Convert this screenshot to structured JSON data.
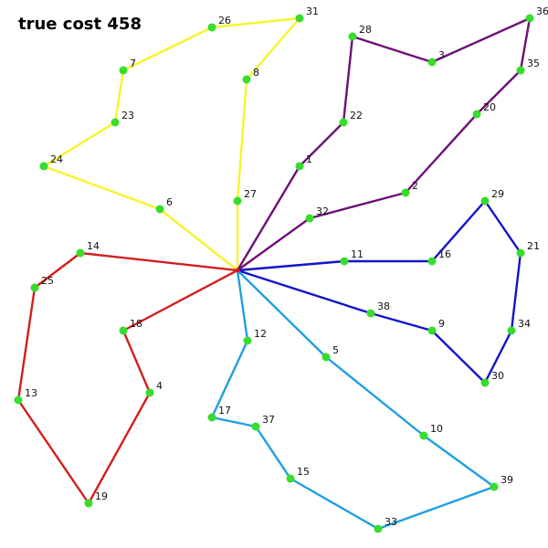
{
  "title": "true cost 458",
  "depot": "0",
  "colors": {
    "yellow": "#f5f52a",
    "purple": "#6e0f78",
    "blue": "#1414c8",
    "cyan": "#1e9fe0",
    "red": "#d21e1e",
    "node": "#36dd2a"
  },
  "routes": [
    {
      "color_key": "yellow",
      "stops": [
        "0",
        "6",
        "24",
        "23",
        "7",
        "26",
        "31",
        "8",
        "27",
        "0"
      ]
    },
    {
      "color_key": "purple",
      "stops": [
        "0",
        "1",
        "22",
        "28",
        "3",
        "36",
        "35",
        "20",
        "2",
        "32",
        "0"
      ]
    },
    {
      "color_key": "blue",
      "stops": [
        "0",
        "11",
        "16",
        "29",
        "21",
        "34",
        "30",
        "9",
        "38",
        "0"
      ]
    },
    {
      "color_key": "cyan",
      "stops": [
        "0",
        "12",
        "17",
        "37",
        "15",
        "33",
        "39",
        "10",
        "5",
        "0"
      ]
    },
    {
      "color_key": "red",
      "stops": [
        "0",
        "14",
        "25",
        "13",
        "19",
        "4",
        "18",
        "0"
      ]
    }
  ],
  "node_labels": [
    "1",
    "2",
    "3",
    "4",
    "5",
    "6",
    "7",
    "8",
    "9",
    "10",
    "11",
    "12",
    "13",
    "14",
    "15",
    "16",
    "17",
    "18",
    "19",
    "20",
    "21",
    "22",
    "23",
    "24",
    "25",
    "26",
    "27",
    "28",
    "29",
    "30",
    "31",
    "32",
    "33",
    "34",
    "35",
    "36",
    "37",
    "38",
    "39"
  ]
}
